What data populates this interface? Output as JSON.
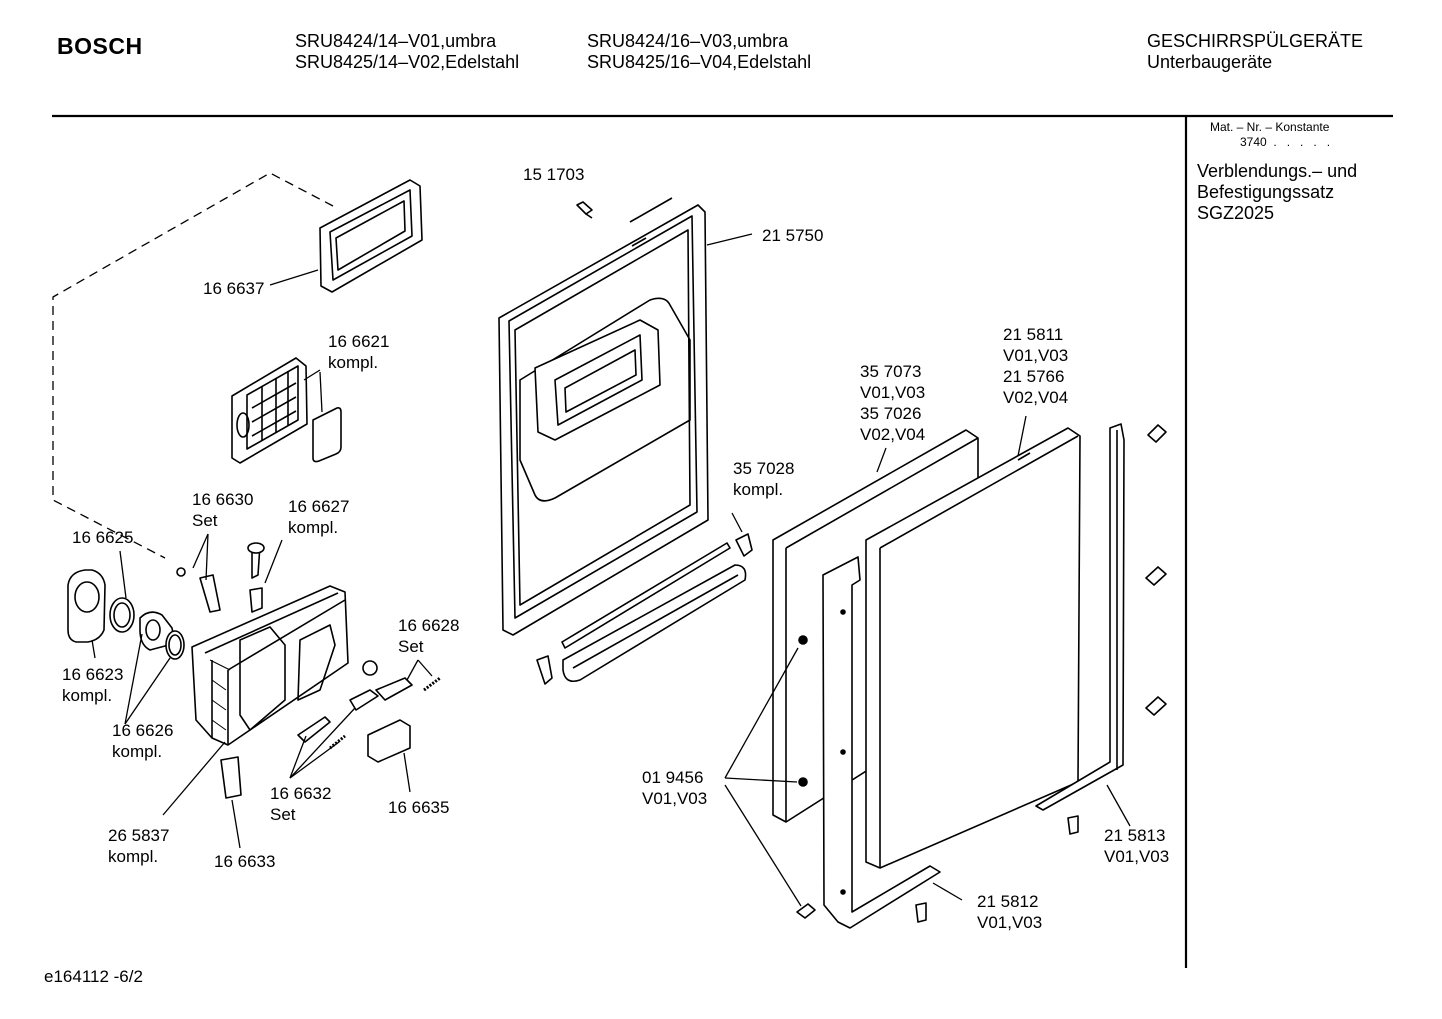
{
  "header": {
    "brand": "BOSCH",
    "models_col1": [
      "SRU8424/14–V01,umbra",
      "SRU8425/14–V02,Edelstahl"
    ],
    "models_col2": [
      "SRU8424/16–V03,umbra",
      "SRU8425/16–V04,Edelstahl"
    ],
    "category": [
      "GESCHIRRSPÜLGERÄTE",
      "Unterbaugeräte"
    ]
  },
  "sidebar": {
    "mat_nr_label": "Mat. – Nr. – Konstante",
    "mat_nr_value": "3740  .   .   .   .   .",
    "description": "Verblendungs.– und\nBefestigungssatz\nSGZ2025"
  },
  "footer": {
    "drawing_id": "e164112 -6/2"
  },
  "parts": {
    "p151703": "15 1703",
    "p215750": "21 5750",
    "p166637": "16 6637",
    "p166621": "16 6621\nkompl.",
    "p166630": "16 6630\nSet",
    "p166627": "16 6627\nkompl.",
    "p166625": "16 6625",
    "p166623": "16 6623\nkompl.",
    "p166626": "16 6626\nkompl.",
    "p166628": "16 6628\nSet",
    "p166632": "16 6632\nSet",
    "p166635": "16 6635",
    "p265837": "26 5837\nkompl.",
    "p166633": "16 6633",
    "p357028": "35 7028\nkompl.",
    "p357073": "35 7073\nV01,V03\n35 7026\nV02,V04",
    "p215811": "21 5811\nV01,V03\n21 5766\nV02,V04",
    "p019456": "01 9456\nV01,V03",
    "p215813": "21 5813\nV01,V03",
    "p215812": "21 5812\nV01,V03"
  }
}
